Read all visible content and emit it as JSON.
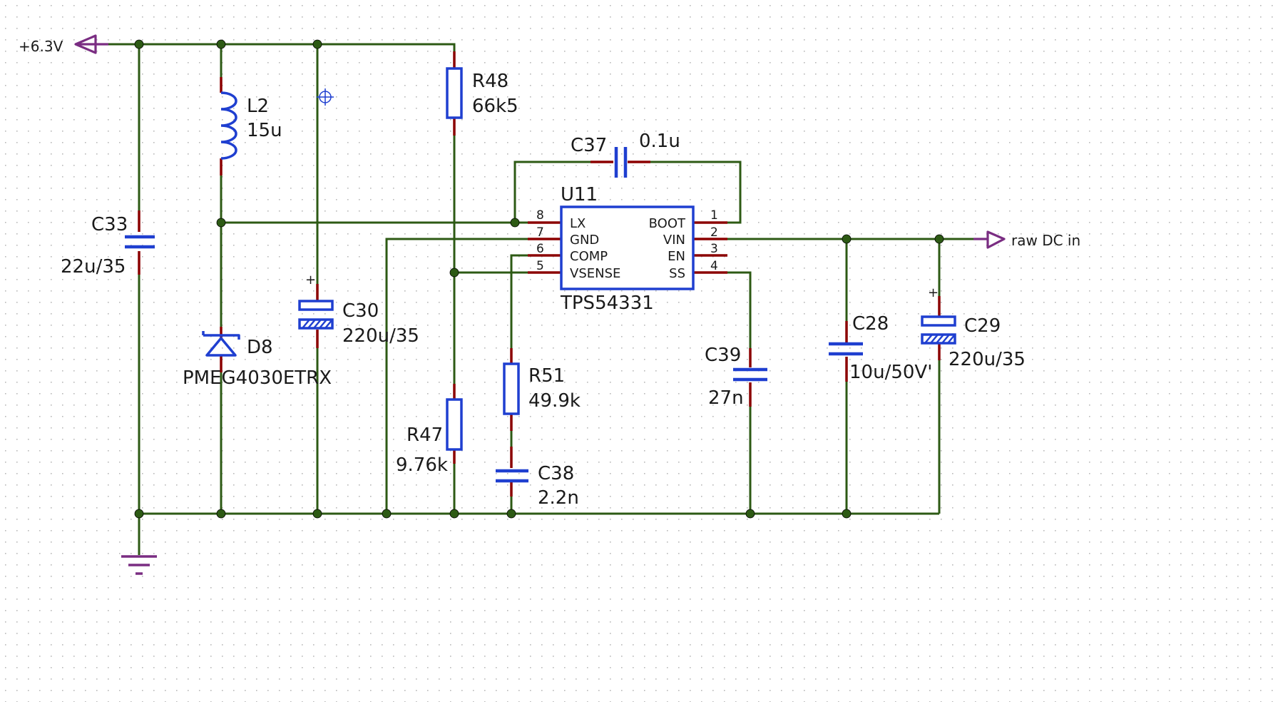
{
  "colors": {
    "background": "#ffffff",
    "grid": "#b9b9b9",
    "wire": "#2d5a14",
    "component": "#1f3fd0",
    "pin": "#8b0000",
    "port": "#7a2d82",
    "text": "#1a1a1a"
  },
  "ports": {
    "vout": "+6.3V",
    "vin": "raw DC in"
  },
  "components": {
    "c33": {
      "ref": "C33",
      "value": "22u/35"
    },
    "l2": {
      "ref": "L2",
      "value": "15u"
    },
    "d8": {
      "ref": "D8",
      "value": "PMEG4030ETRX"
    },
    "c30": {
      "ref": "C30",
      "value": "220u/35",
      "polarity": "+"
    },
    "r48": {
      "ref": "R48",
      "value": "66k5"
    },
    "r47": {
      "ref": "R47",
      "value": "9.76k"
    },
    "r51": {
      "ref": "R51",
      "value": "49.9k"
    },
    "c38": {
      "ref": "C38",
      "value": "2.2n"
    },
    "c37": {
      "ref": "C37",
      "value": "0.1u"
    },
    "c39": {
      "ref": "C39",
      "value": "27n"
    },
    "c28": {
      "ref": "C28",
      "value": "10u/50V'"
    },
    "c29": {
      "ref": "C29",
      "value": "220u/35",
      "polarity": "+"
    }
  },
  "ic": {
    "ref": "U11",
    "part": "TPS54331",
    "left_pins": [
      {
        "num": "8",
        "name": "LX"
      },
      {
        "num": "7",
        "name": "GND"
      },
      {
        "num": "6",
        "name": "COMP"
      },
      {
        "num": "5",
        "name": "VSENSE"
      }
    ],
    "right_pins": [
      {
        "num": "1",
        "name": "BOOT"
      },
      {
        "num": "2",
        "name": "VIN"
      },
      {
        "num": "3",
        "name": "EN"
      },
      {
        "num": "4",
        "name": "SS"
      }
    ]
  }
}
